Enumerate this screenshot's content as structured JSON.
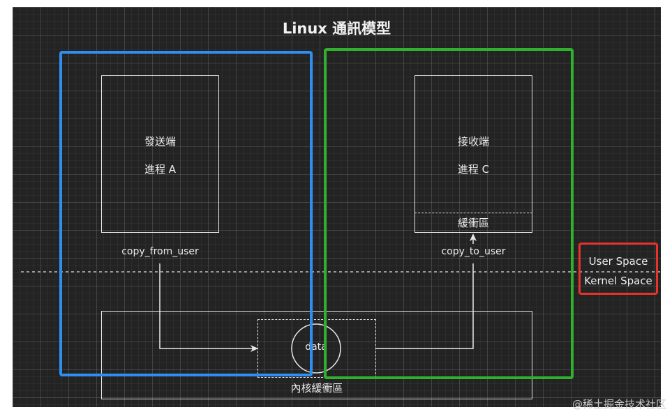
{
  "title": "Linux 通訊模型",
  "sender": {
    "line1": "發送端",
    "line2": "進程 A"
  },
  "receiver": {
    "line1": "接收端",
    "line2": "進程 C",
    "buffer_label": "緩衝區"
  },
  "labels": {
    "copy_from_user": "copy_from_user",
    "copy_to_user": "copy_to_user",
    "data": "data",
    "kernel_buffer": "內核緩衝區",
    "user_space": "User Space",
    "kernel_space": "Kernel Space"
  },
  "watermark": "@稀土掘金技术社区",
  "colors": {
    "blue_group": "#2f8ff0",
    "green_group": "#2fb02f",
    "red_group": "#e8322b",
    "background": "#232323"
  }
}
